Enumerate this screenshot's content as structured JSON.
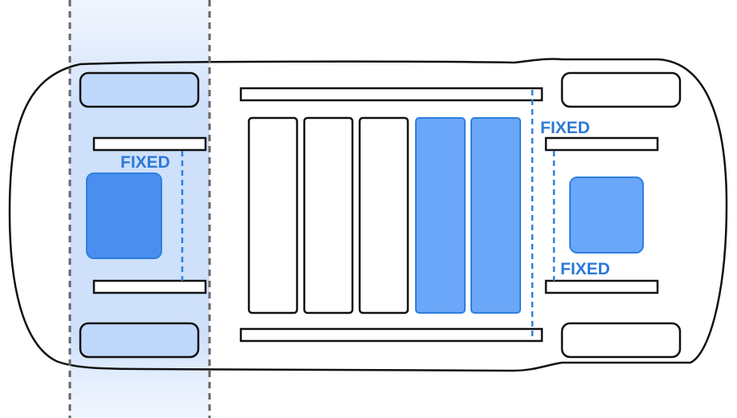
{
  "labels": {
    "fixed_left": "FIXED",
    "fixed_right_top": "FIXED",
    "fixed_right_bottom": "FIXED"
  },
  "colors": {
    "outline": "#111111",
    "accent_blue": "#2f7fe0",
    "label_blue": "#2d7ad6",
    "fill_highlight": "#6aa7f8",
    "fill_strong": "#4a8eef",
    "band_fill": "#cfe0fb",
    "wheel_fill_highlight": "#c0d8fb",
    "guide_gray": "#666666"
  },
  "car": {
    "wheels": 4,
    "seat_slats": 5,
    "highlighted_slats": 2
  }
}
